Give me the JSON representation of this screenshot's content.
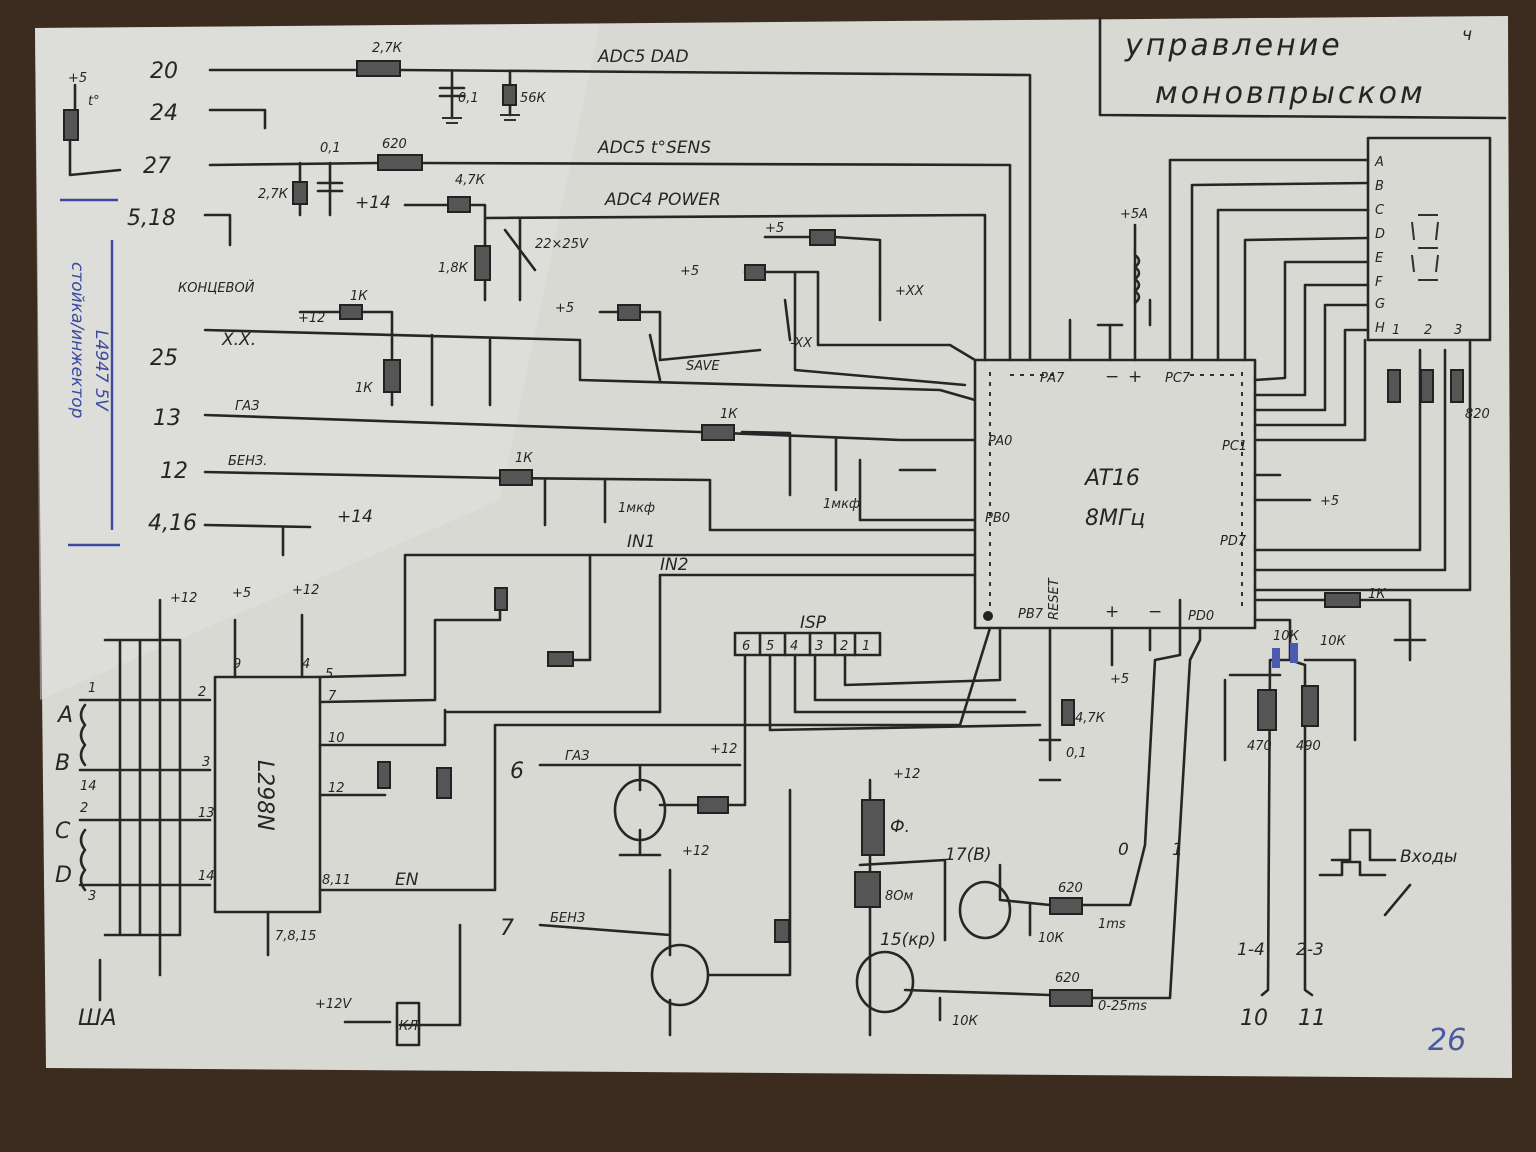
{
  "title": {
    "line1": "управление",
    "line2": "моновпрыском"
  },
  "page_number": "26",
  "corner_mark": "ч",
  "side_note": {
    "line1": "стойка/инжектор",
    "line2": "L4947 5V"
  },
  "connectors": {
    "c20": "20",
    "c24": "24",
    "c27": "27",
    "c518": "5,18",
    "c25": "25",
    "c13": "13",
    "c12": "12",
    "c416": "4,16",
    "c6": "6",
    "c7": "7",
    "c10": "10",
    "c11": "11"
  },
  "signals": {
    "adc5_dad": "ADC5  DAD",
    "adc5_tsens": "ADC5  t°SENS",
    "adc4_power": "ADC4  POWER",
    "end_switch": "КОНЦЕВОЙ",
    "idle": "X.X.",
    "gas": "ГАЗ",
    "petrol": "БЕНЗ.",
    "gas2": "ГАЗ",
    "petrol2": "БЕНЗ",
    "in1": "IN1",
    "in2": "IN2",
    "en": "EN",
    "save": "SAVE",
    "minus_xx": "-XX",
    "plus_xx": "+XX",
    "inputs": "Входы",
    "out_14": "1-4",
    "out_23": "2-3",
    "pulse_1ms": "1ms",
    "pulse_025ms": "0-25ms",
    "bit0": "0",
    "bit1": "1",
    "sha": "ША",
    "kl": "КЛ",
    "phi": "Ф.",
    "pin17": "17(B)",
    "pin15": "15(кр)",
    "ohm": "8Ом",
    "temp": "t°"
  },
  "values": {
    "r_27k_top": "2,7К",
    "c_01_top": "0,1",
    "r_56k": "56К",
    "r_620_top": "620",
    "c_01_27": "0,1",
    "r_27k_27": "2,7К",
    "r_47k": "4,7К",
    "r_18k": "1,8К",
    "c_22x25": "22×25V",
    "r_1k_xx": "1К",
    "r_1k_therm": "1К",
    "r_1k_gas": "1К",
    "r_1k_petrol": "1К",
    "c_1mkf_gas": "1мкф",
    "c_1mkf_petrol": "1мкф",
    "r_47k_reset": "4,7К",
    "c_01_reset": "0,1",
    "r_620_a": "620",
    "r_620_b": "620",
    "r_10k_a": "10К",
    "r_10k_b": "10К",
    "r_10k_c": "10К",
    "r_10k_d": "10К",
    "r_470": "470",
    "r_490": "490",
    "r_820": "820",
    "r_1k_led": "1К"
  },
  "power": {
    "p5": "+5",
    "p12": "+12",
    "p14": "+14",
    "p5a": "+5A",
    "p12v": "+12V",
    "plus": "+",
    "minus": "−"
  },
  "mcu": {
    "name": "AT16",
    "clock": "8МГц",
    "pa7": "PA7",
    "pa0": "PA0",
    "pb0": "PB0",
    "pb7": "PB7",
    "pc7": "PC7",
    "pc1": "PC1",
    "pd7": "PD7",
    "pd0": "PD0",
    "reset": "RESET"
  },
  "driver": {
    "name": "L298N",
    "pin9": "9",
    "pin4": "4",
    "pin5": "5",
    "pin7": "7",
    "pin10": "10",
    "pin12": "12",
    "pin811": "8,11",
    "pin2": "2",
    "pin3": "3",
    "pin13": "13",
    "pin14": "14",
    "gnd": "7,8,15"
  },
  "coils": {
    "a": "A",
    "b": "B",
    "c": "C",
    "d": "D",
    "n1": "1",
    "n14a": "14",
    "n2": "2",
    "n3": "3"
  },
  "isp": {
    "label": "ISP",
    "pins": [
      "6",
      "5",
      "4",
      "3",
      "2",
      "1"
    ]
  },
  "display": {
    "segments": [
      "A",
      "B",
      "C",
      "D",
      "E",
      "F",
      "G",
      "H"
    ],
    "digits": [
      "1",
      "2",
      "3"
    ]
  }
}
